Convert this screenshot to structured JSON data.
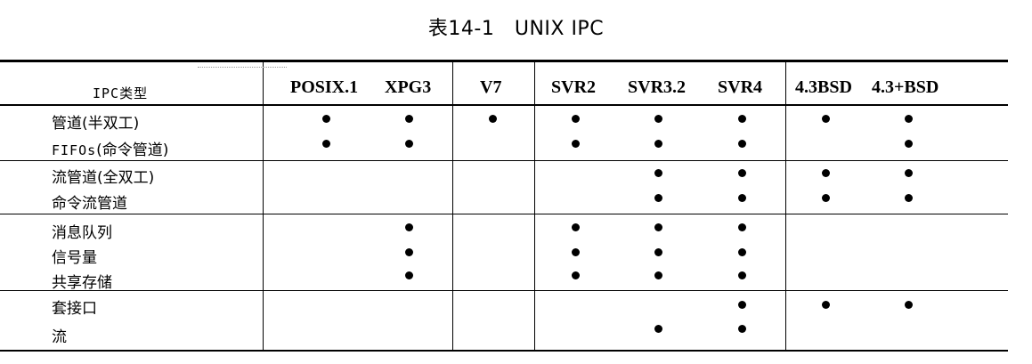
{
  "caption": "表14-1　UNIX IPC",
  "table": {
    "header_label_mono": "IPC",
    "header_label_cjk": "类型",
    "columns": [
      "POSIX.1",
      "XPG3",
      "V7",
      "SVR2",
      "SVR3.2",
      "SVR4",
      "4.3BSD",
      "4.3+BSD"
    ],
    "rows": [
      {
        "label": "管道(半双工)",
        "marks": [
          true,
          true,
          true,
          true,
          true,
          true,
          true,
          true
        ]
      },
      {
        "label_mono": "FIFOs",
        "label_cjk": "(命令管道)",
        "marks": [
          true,
          true,
          false,
          true,
          true,
          true,
          false,
          true
        ]
      },
      {
        "label": "流管道(全双工)",
        "marks": [
          false,
          false,
          false,
          false,
          true,
          true,
          true,
          true
        ]
      },
      {
        "label": "命令流管道",
        "marks": [
          false,
          false,
          false,
          false,
          true,
          true,
          true,
          true
        ]
      },
      {
        "label": "消息队列",
        "marks": [
          false,
          true,
          false,
          true,
          true,
          true,
          false,
          false
        ]
      },
      {
        "label": "信号量",
        "marks": [
          false,
          true,
          false,
          true,
          true,
          true,
          false,
          false
        ]
      },
      {
        "label": "共享存储",
        "marks": [
          false,
          true,
          false,
          true,
          true,
          true,
          false,
          false
        ]
      },
      {
        "label": "套接口",
        "marks": [
          false,
          false,
          false,
          false,
          false,
          true,
          true,
          true
        ]
      },
      {
        "label": "流",
        "marks": [
          false,
          false,
          false,
          false,
          true,
          true,
          false,
          false
        ]
      }
    ]
  }
}
